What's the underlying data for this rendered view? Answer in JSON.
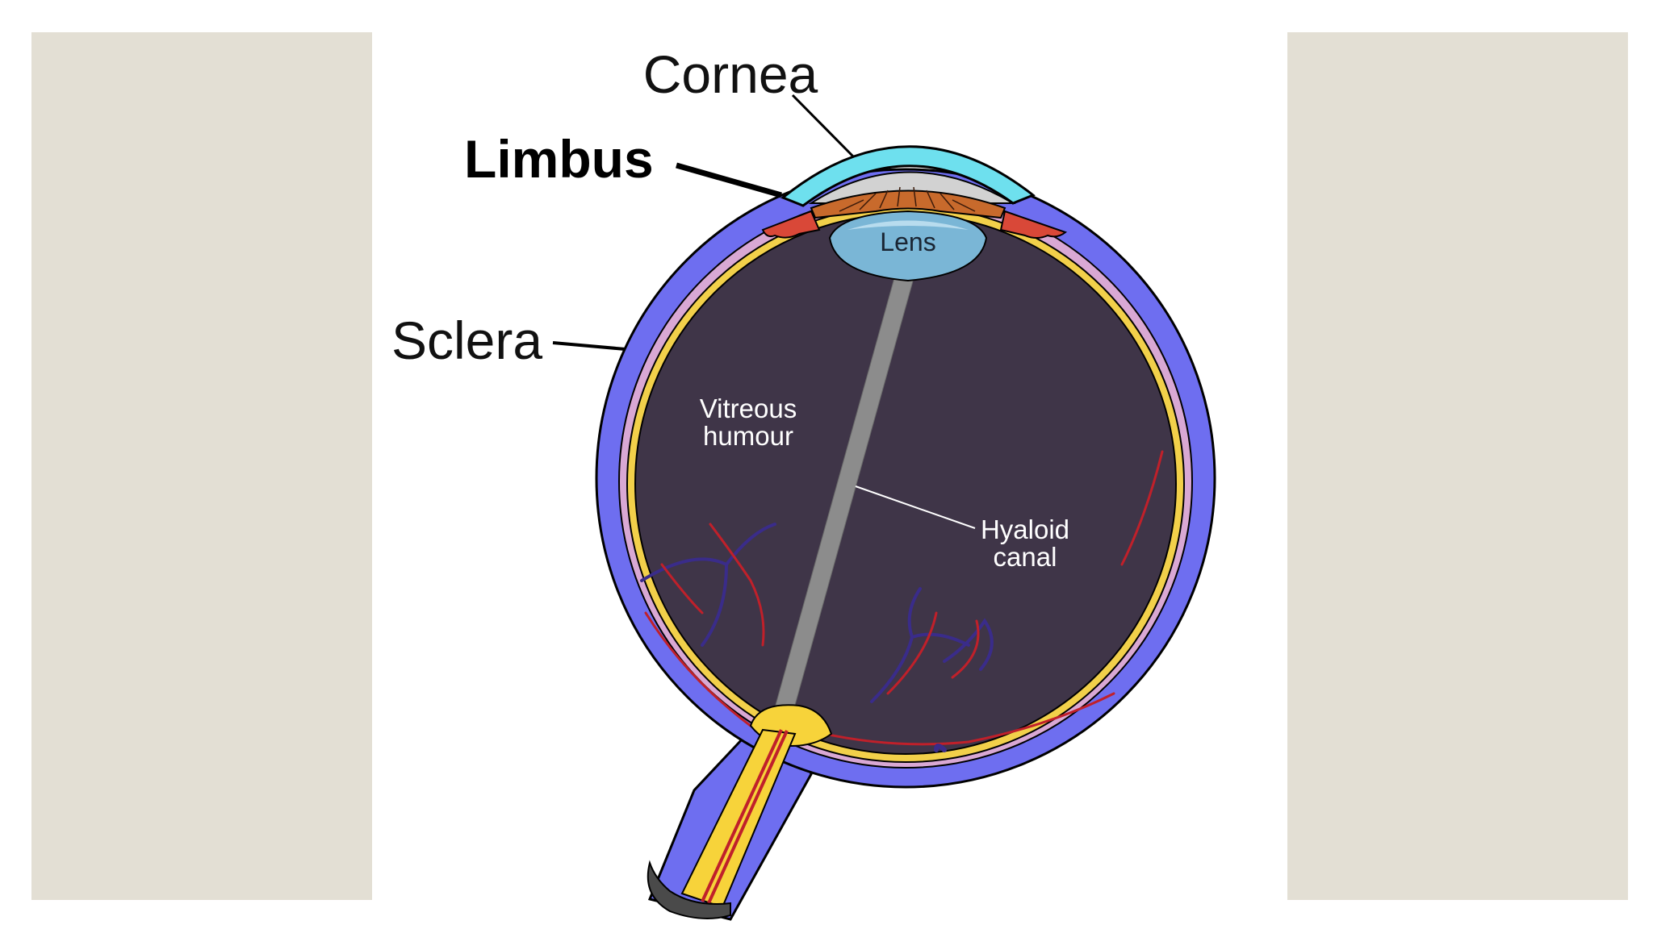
{
  "labels": {
    "cornea": "Cornea",
    "limbus": "Limbus",
    "sclera": "Sclera",
    "lens": "Lens",
    "vitreous_line1": "Vitreous",
    "vitreous_line2": "humour",
    "hyaloid_line1": "Hyaloid",
    "hyaloid_line2": "canal"
  },
  "colors": {
    "background": "#ffffff",
    "side_panel": "#e3dfd4",
    "sclera": "#6e6ef0",
    "choroid": "#d9a8d4",
    "retina": "#f2d04a",
    "vitreous": "#3f3548",
    "cornea": "#6ee0ee",
    "aqueous": "#d2d2d2",
    "iris": "#c86a2c",
    "ciliary_body": "#d94838",
    "lens": "#7ab6d6",
    "hyaloid_canal": "#8c8c8c",
    "optic_nerve": "#f7d33a",
    "vessels": "#c0202a",
    "veins": "#3a2c8a",
    "leader_line": "#000000"
  }
}
